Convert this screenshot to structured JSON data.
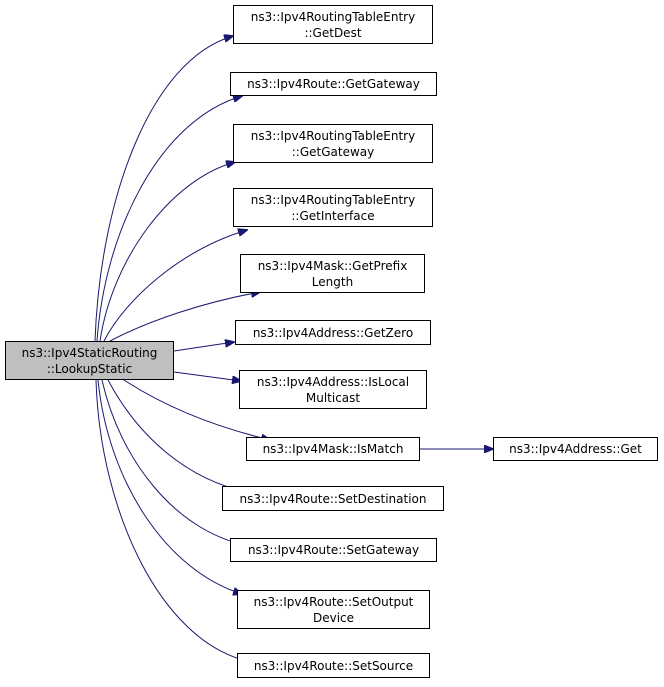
{
  "colors": {
    "edge": "#191970",
    "node_border": "#000000",
    "root_fill": "#bfbfbf",
    "node_fill": "#ffffff"
  },
  "nodes": {
    "root": {
      "line1": "ns3::Ipv4StaticRouting",
      "line2": "::LookupStatic"
    },
    "get_dest": {
      "line1": "ns3::Ipv4RoutingTableEntry",
      "line2": "::GetDest"
    },
    "route_get_gateway": {
      "line1": "ns3::Ipv4Route::GetGateway"
    },
    "entry_get_gateway": {
      "line1": "ns3::Ipv4RoutingTableEntry",
      "line2": "::GetGateway"
    },
    "get_interface": {
      "line1": "ns3::Ipv4RoutingTableEntry",
      "line2": "::GetInterface"
    },
    "get_prefix_length": {
      "line1": "ns3::Ipv4Mask::GetPrefix",
      "line2": "Length"
    },
    "get_zero": {
      "line1": "ns3::Ipv4Address::GetZero"
    },
    "is_local_multicast": {
      "line1": "ns3::Ipv4Address::IsLocal",
      "line2": "Multicast"
    },
    "is_match": {
      "line1": "ns3::Ipv4Mask::IsMatch"
    },
    "address_get": {
      "line1": "ns3::Ipv4Address::Get"
    },
    "set_destination": {
      "line1": "ns3::Ipv4Route::SetDestination"
    },
    "set_gateway": {
      "line1": "ns3::Ipv4Route::SetGateway"
    },
    "set_output_device": {
      "line1": "ns3::Ipv4Route::SetOutput",
      "line2": "Device"
    },
    "set_source": {
      "line1": "ns3::Ipv4Route::SetSource"
    }
  },
  "edges": [
    [
      "root",
      "get_dest"
    ],
    [
      "root",
      "route_get_gateway"
    ],
    [
      "root",
      "entry_get_gateway"
    ],
    [
      "root",
      "get_interface"
    ],
    [
      "root",
      "get_prefix_length"
    ],
    [
      "root",
      "get_zero"
    ],
    [
      "root",
      "is_local_multicast"
    ],
    [
      "root",
      "is_match"
    ],
    [
      "root",
      "set_destination"
    ],
    [
      "root",
      "set_gateway"
    ],
    [
      "root",
      "set_output_device"
    ],
    [
      "root",
      "set_source"
    ],
    [
      "is_match",
      "address_get"
    ]
  ]
}
